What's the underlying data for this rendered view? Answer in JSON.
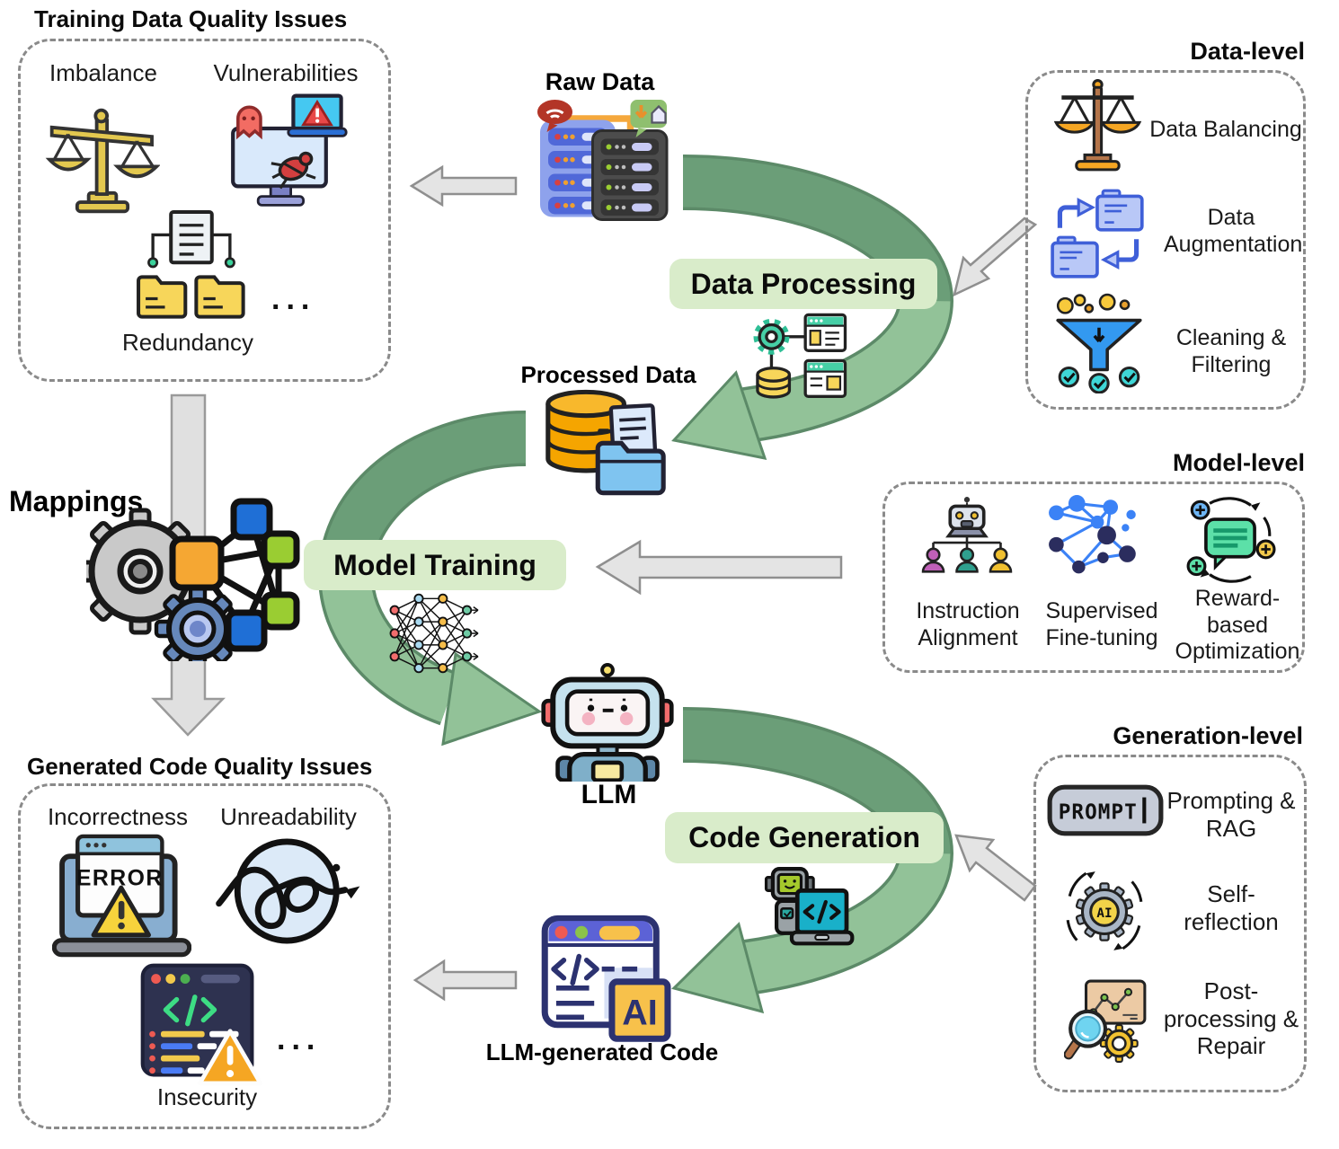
{
  "boxes": {
    "training_issues": {
      "title": "Training Data Quality Issues",
      "items": [
        "Imbalance",
        "Vulnerabilities",
        "Redundancy"
      ],
      "dots": "..."
    },
    "generated_issues": {
      "title": "Generated Code Quality Issues",
      "items": [
        "Incorrectness",
        "Unreadability",
        "Insecurity"
      ],
      "dots": "..."
    },
    "data_level": {
      "title": "Data-level",
      "items": [
        "Data Balancing",
        "Data Augmentation",
        "Cleaning & Filtering"
      ]
    },
    "model_level": {
      "title": "Model-level",
      "items": [
        "Instruction Alignment",
        "Supervised Fine-tuning",
        "Reward-based Optimization"
      ]
    },
    "generation_level": {
      "title": "Generation-level",
      "items": [
        "Prompting & RAG",
        "Self-reflection",
        "Post-processing & Repair"
      ]
    }
  },
  "nodes": {
    "raw_data": "Raw Data",
    "processed_data": "Processed Data",
    "llm": "LLM",
    "llm_generated_code": "LLM-generated Code",
    "mappings": "Mappings"
  },
  "processes": {
    "data_processing": "Data Processing",
    "model_training": "Model Training",
    "code_generation": "Code Generation"
  },
  "icon_text": {
    "error": "ERROR",
    "prompt": "PROMPT",
    "ai_badge": "AI",
    "ai_gear": "AI"
  },
  "icons": [
    "imbalance-scale-icon",
    "vulnerabilities-monitor-icon",
    "redundancy-files-icon",
    "raw-data-servers-icon",
    "data-processing-gear-icon",
    "processed-data-database-icon",
    "mappings-gears-network-icon",
    "neural-network-icon",
    "llm-robot-icon",
    "code-generation-robot-icon",
    "llm-generated-code-window-icon",
    "balance-scale-icon",
    "data-augmentation-folders-icon",
    "cleaning-filtering-funnel-icon",
    "instruction-alignment-robot-icon",
    "supervised-finetuning-graph-icon",
    "reward-chat-icon",
    "prompt-button-icon",
    "self-reflection-ai-gear-icon",
    "post-processing-magnifier-icon",
    "error-laptop-icon",
    "unreadability-scribble-icon",
    "insecurity-code-icon"
  ],
  "colors": {
    "arc_dark": "#6b9e78",
    "arc_light": "#92c298",
    "arc_outline": "#5c8a68",
    "process_label_bg": "#d9ecca",
    "gray_arrow_fill": "#e4e4e4",
    "gray_arrow_stroke": "#8f8f8f",
    "dashed_border": "#8a8a8a"
  }
}
